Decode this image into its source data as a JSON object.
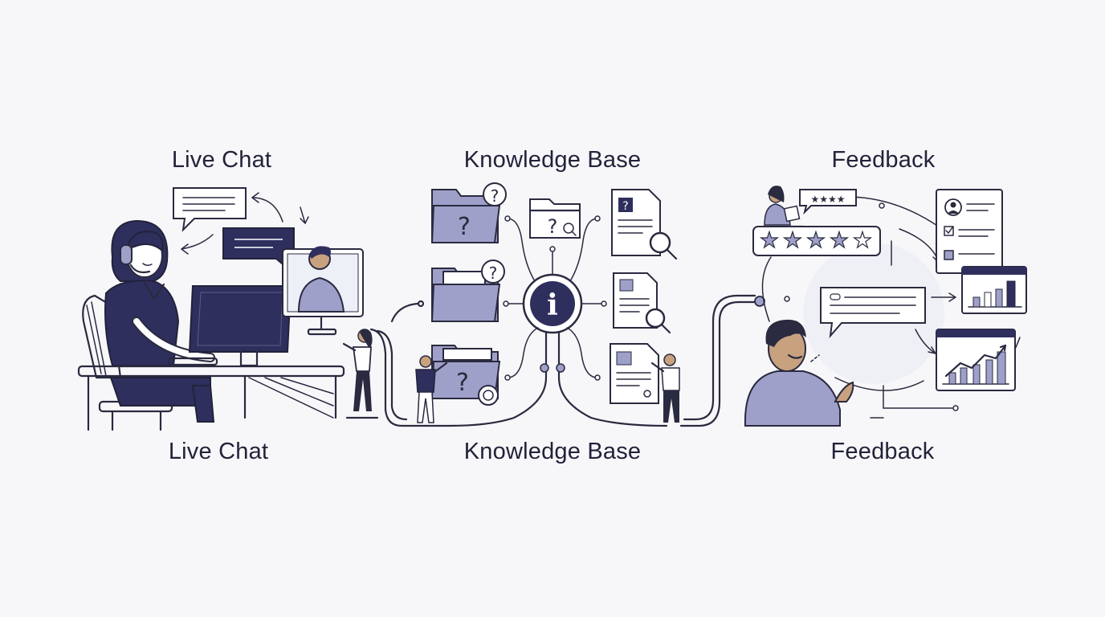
{
  "panels": {
    "live_chat": {
      "top_label": "Live Chat",
      "bottom_label": "Live Chat"
    },
    "knowledge_base": {
      "top_label": "Knowledge Base",
      "bottom_label": "Knowledge Base"
    },
    "feedback": {
      "top_label": "Feedback",
      "bottom_label": "Feedback",
      "small_rating": "★★★★",
      "star_rating": 4,
      "star_max": 5
    }
  },
  "icons": {
    "question_glyph": "?",
    "info_glyph": "i",
    "star_filled": "★",
    "star_empty": "☆"
  },
  "colors": {
    "ink": "#2a2a40",
    "accent_pale": "#9fa0c9",
    "accent_dark": "#2f2f5e",
    "background": "#f7f7f9"
  }
}
